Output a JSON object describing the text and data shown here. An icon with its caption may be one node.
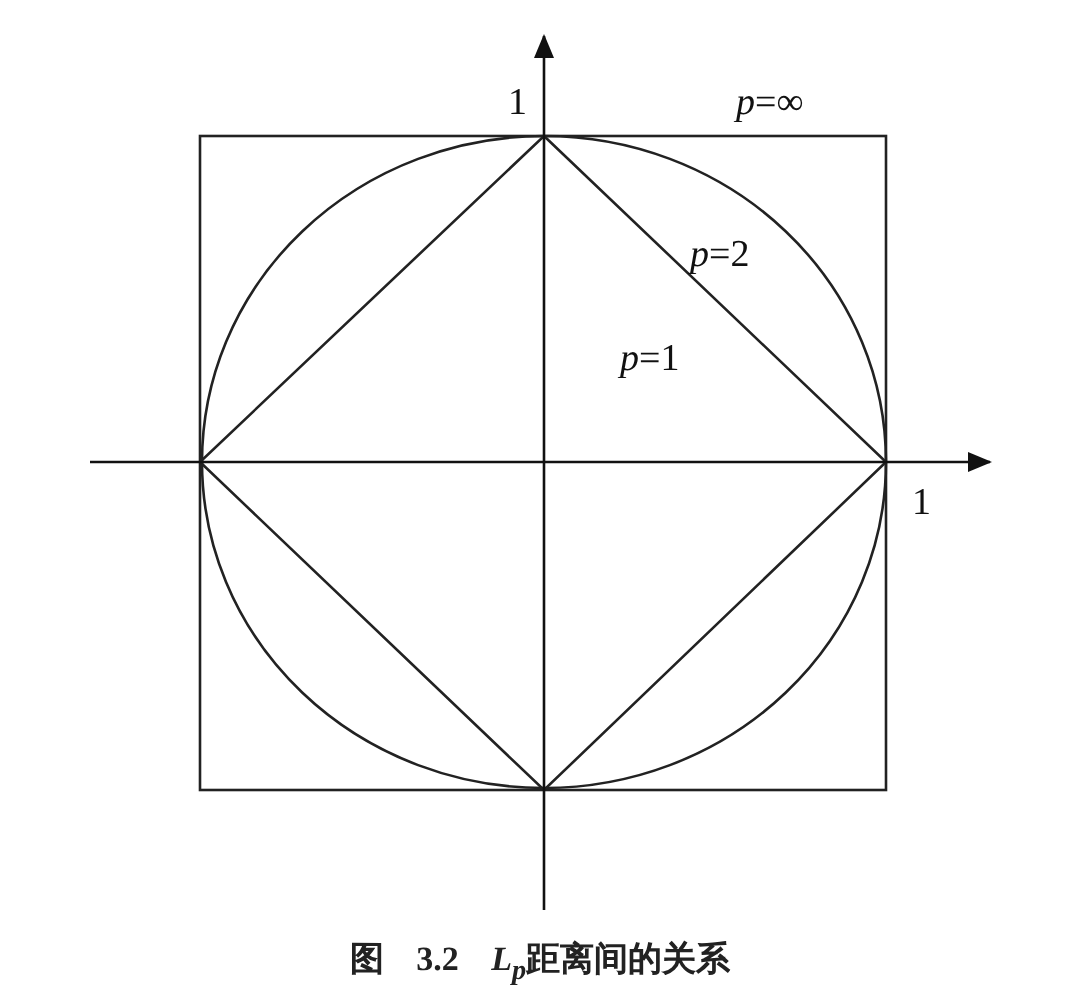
{
  "diagram": {
    "caption": "图 3.2 *L*$_{p}$距离间的关系",
    "labels": [
      "1",
      "*p*=∞",
      "*p*=2",
      "*p*=1",
      "1"
    ]
  }
}
